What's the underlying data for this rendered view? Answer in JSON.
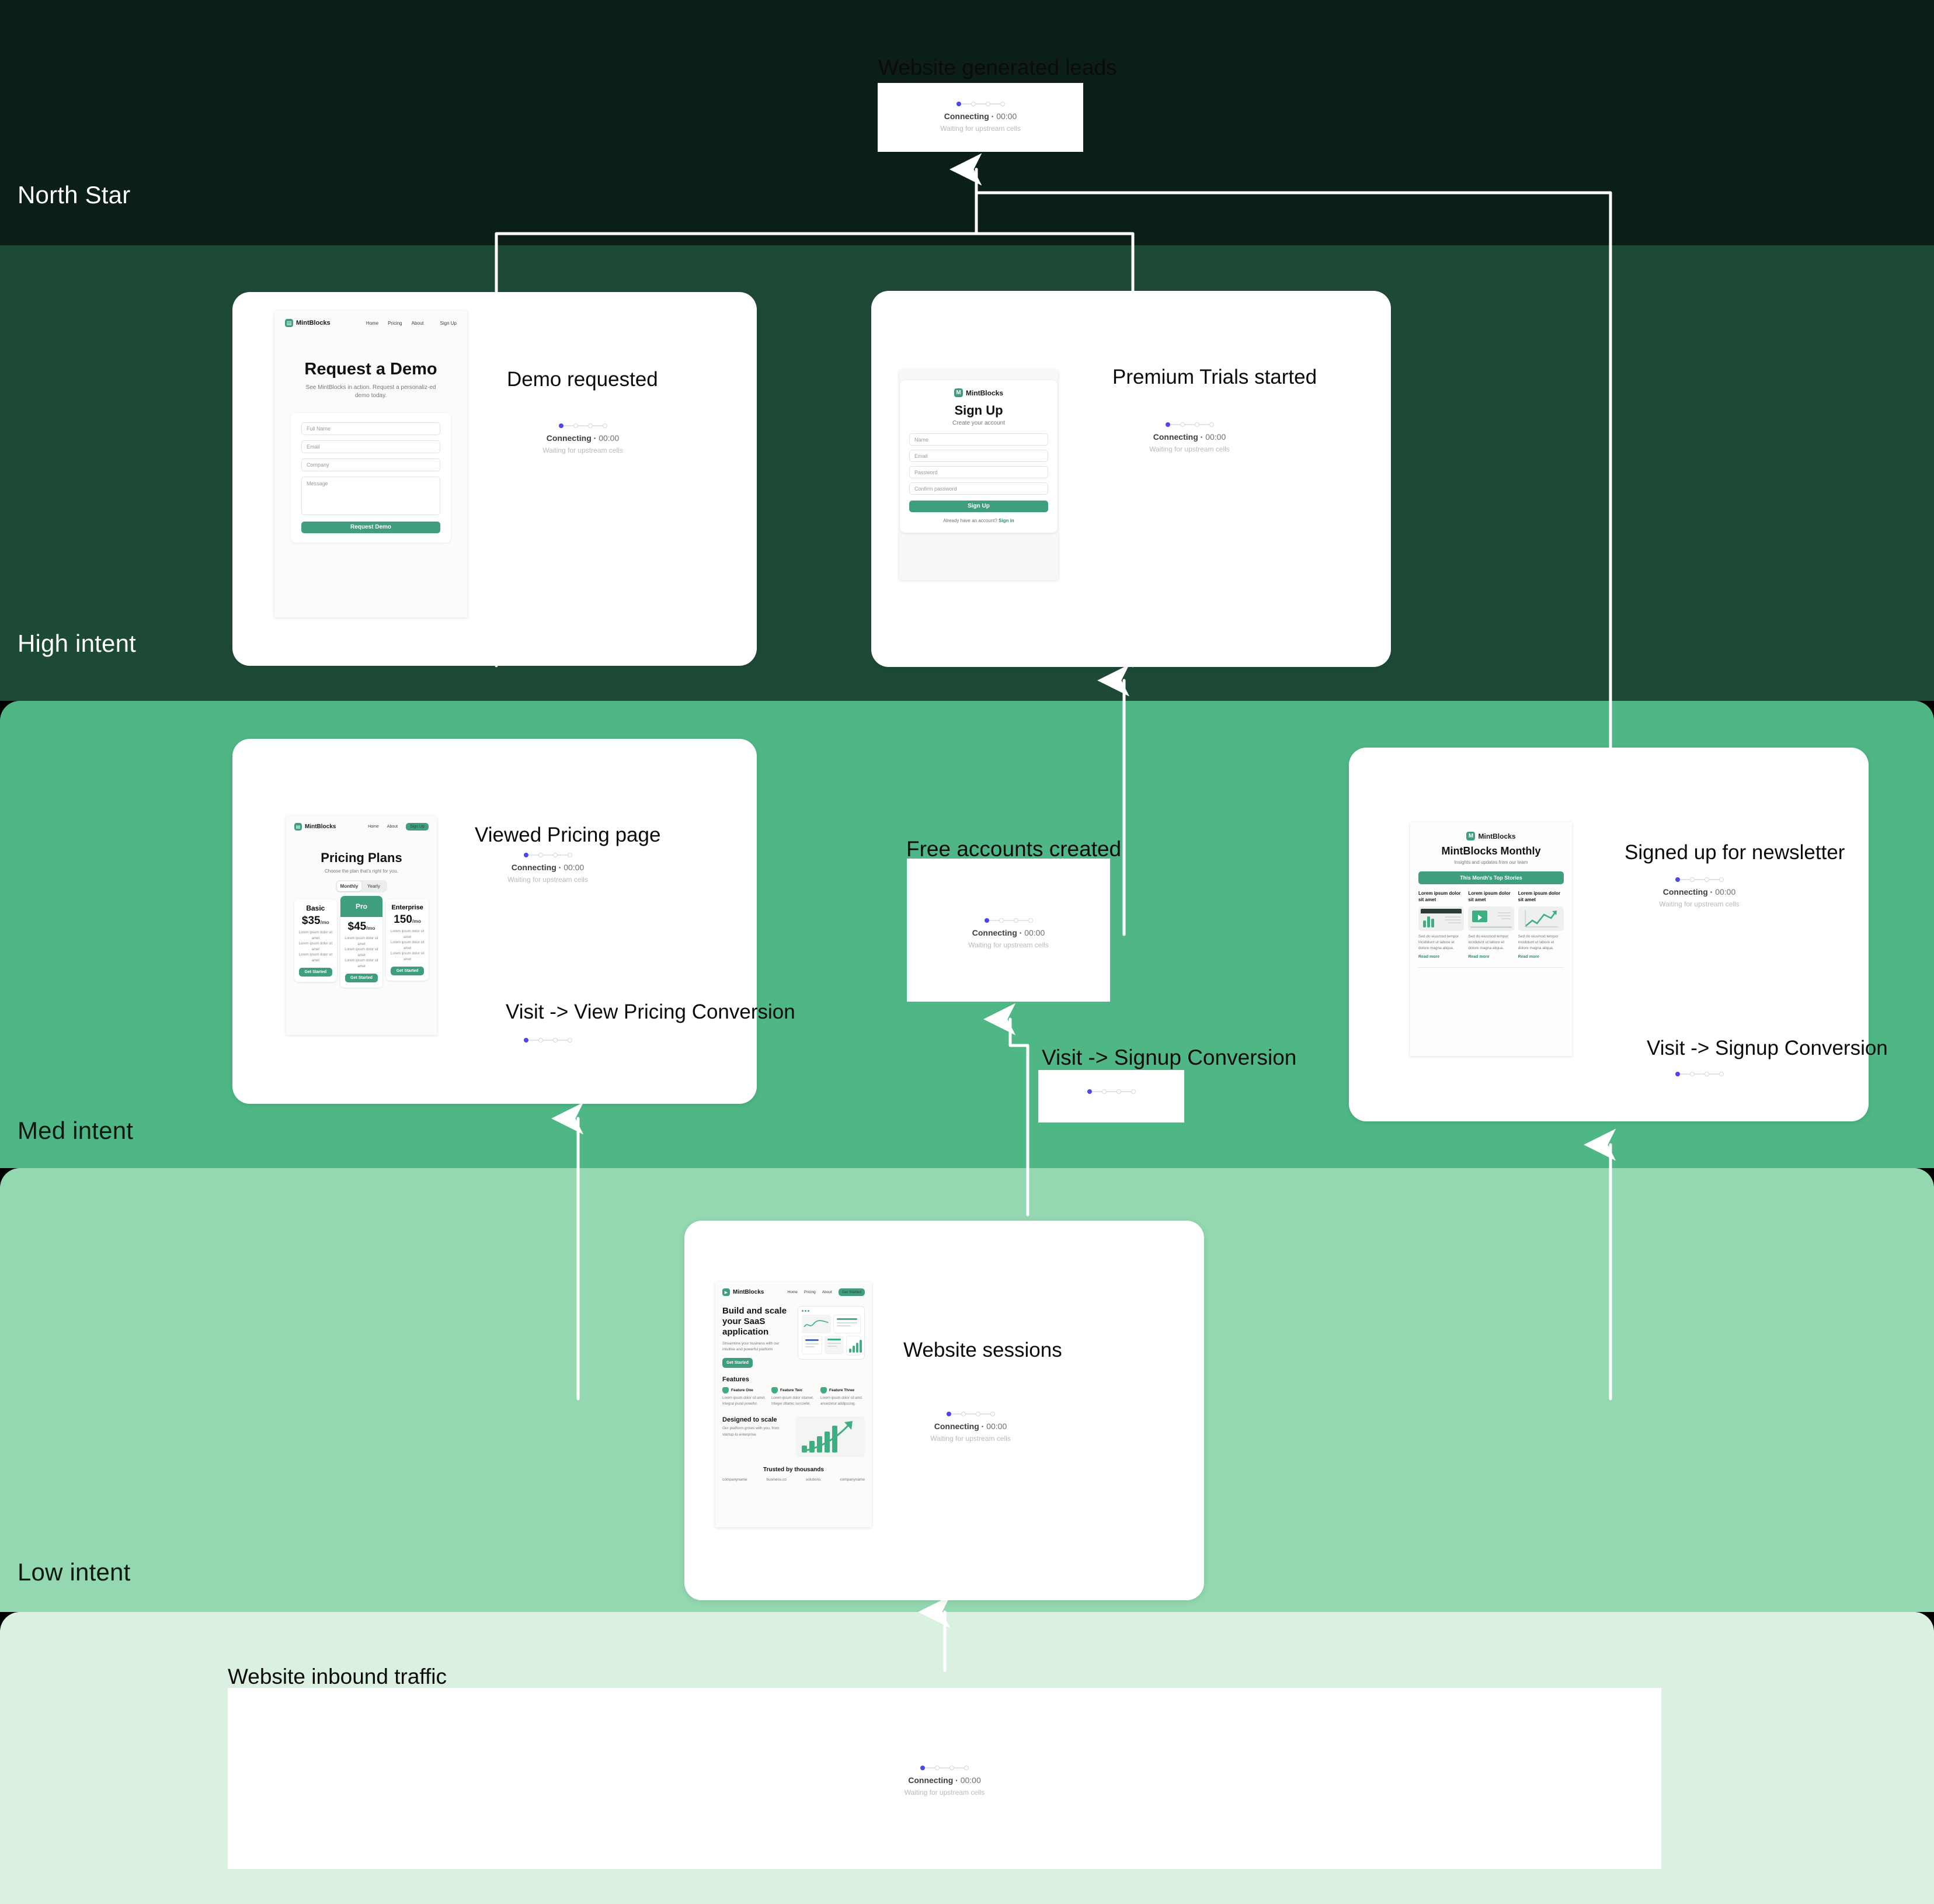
{
  "bands": [
    {
      "id": "north-star",
      "label": "North Star",
      "color": "#0c1f17"
    },
    {
      "id": "high-intent",
      "label": "High intent",
      "color": "#1d4a36"
    },
    {
      "id": "med-intent",
      "label": "Med intent",
      "color": "#4fb786"
    },
    {
      "id": "low-intent",
      "label": "Low intent",
      "color": "#93d8b0"
    },
    {
      "id": "inbound",
      "label": "",
      "color": "#daf0e0"
    }
  ],
  "status": {
    "main_label": "Connecting",
    "timer": "00:00",
    "sub_label": "Waiting for upstream cells",
    "active_color": "#4f46e5"
  },
  "nodes": {
    "website_generated_leads": {
      "title": "Website generated leads"
    },
    "demo_requested": {
      "title": "Demo requested"
    },
    "premium_trials": {
      "title": "Premium Trials started"
    },
    "viewed_pricing": {
      "title": "Viewed Pricing page",
      "metric_title": "Visit -> View Pricing Conversion"
    },
    "free_accounts": {
      "title": "Free accounts created",
      "metric_title": "Visit -> Signup Conversion"
    },
    "newsletter": {
      "title": "Signed up for newsletter",
      "metric_title": "Visit -> Signup Conversion"
    },
    "website_sessions": {
      "title": "Website sessions"
    },
    "inbound_traffic": {
      "title": "Website inbound traffic"
    }
  },
  "mocks": {
    "demo": {
      "brand": "MintBlocks",
      "logo_glyph": "▤",
      "nav": [
        "Home",
        "Pricing",
        "About"
      ],
      "cta": "Sign Up",
      "heading": "Request a Demo",
      "subheading": "See MintBlocks in action. Request a personaliz-ed demo today.",
      "fields": [
        "Full Name",
        "Email",
        "Company",
        "Message"
      ],
      "submit": "Request Demo"
    },
    "signup": {
      "brand": "MintBlocks",
      "logo_glyph": "M",
      "heading": "Sign Up",
      "subheading": "Create your account",
      "fields": [
        "Name",
        "Email",
        "Password",
        "Confirm password"
      ],
      "submit": "Sign Up",
      "footer_text": "Already have an account?",
      "footer_link": "Sign in"
    },
    "pricing": {
      "brand": "MintBlocks",
      "logo_glyph": "▤",
      "nav": [
        "Home",
        "About"
      ],
      "cta": "Sign Up",
      "heading": "Pricing Plans",
      "subheading": "Choose the plan that's right for you.",
      "toggle": [
        "Monthly",
        "Yearly"
      ],
      "toggle_selected": "Monthly",
      "feature_line": "Lorem ipsum dolor sit amet",
      "plan_cta": "Get Started",
      "plans": [
        {
          "name": "Basic",
          "price": "$35",
          "per": "/mo",
          "featured": false
        },
        {
          "name": "Pro",
          "price": "$45",
          "per": "/mo",
          "featured": true
        },
        {
          "name": "Enterprise",
          "price": "150",
          "per": "/mo",
          "featured": false
        }
      ]
    },
    "newsletter": {
      "brand": "MintBlocks",
      "logo_glyph": "M",
      "heading": "MintBlocks Monthly",
      "subheading": "Insights and updates from our team",
      "banner": "This Month's Top Stories",
      "stories": [
        {
          "title": "Lorem ipsum dolor sit amet",
          "body": "Sed do eiusmod tempor incididunt ut labore et dolore magna aliqua.",
          "link": "Read more",
          "thumb": "chart-bars-icon"
        },
        {
          "title": "Lorem ipsum dolor sit amet",
          "body": "Sed do eiusmod tempor incididunt ut labore et dolore magna aliqua.",
          "link": "Read more",
          "thumb": "video-play-icon"
        },
        {
          "title": "Lorem ipsum dolor sit amet",
          "body": "Sed do eiusmod tempor incididunt ut labore et dolore magna aliqua.",
          "link": "Read more",
          "thumb": "trend-line-icon"
        }
      ]
    },
    "landing": {
      "brand": "MintBlocks",
      "logo_glyph": "▶",
      "nav": [
        "Home",
        "Pricing",
        "About"
      ],
      "cta": "Get Started",
      "hero_heading": "Build and scale your SaaS application",
      "hero_sub": "Streamline your business with our intuitive and powerful platform",
      "hero_cta": "Get Started",
      "features_heading": "Features",
      "features": [
        {
          "name": "Feature One",
          "body": "Lorem ipsum dolor sit amet. Integral jound poweful."
        },
        {
          "name": "Feature Two",
          "body": "Lorem ipsum dolor sitamet. Integer ditamic surcoefel."
        },
        {
          "name": "Feature Three",
          "body": "Lorem ipsum dolor sit amd. ansectetur addipscing."
        }
      ],
      "scale_heading": "Designed to scale",
      "scale_body": "Our platform grows with you, from startup to enterprise",
      "trusted_heading": "Trusted by thousands",
      "logos": [
        "companyname",
        "business.co",
        "solutions",
        "companyname"
      ]
    }
  },
  "colors": {
    "brand_green": "#3f9e7c",
    "accent_indigo": "#4f46e5"
  }
}
